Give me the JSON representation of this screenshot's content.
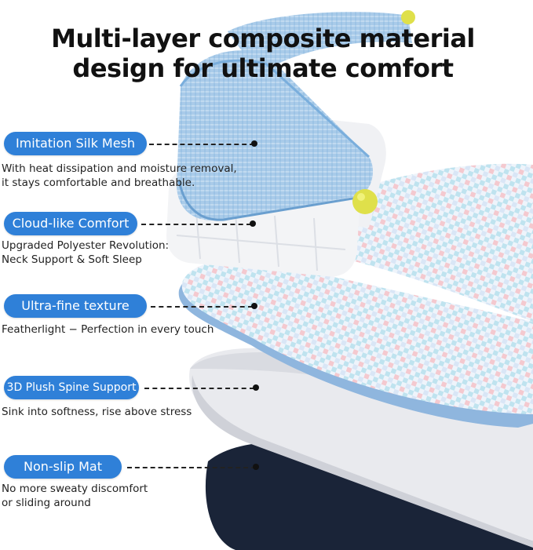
{
  "title": {
    "line1": "Multi-layer composite material",
    "line2": "design for ultimate comfort"
  },
  "layers": [
    {
      "label": "Imitation Silk Mesh",
      "desc": [
        "With heat dissipation and moisture removal,",
        "it stays comfortable and breathable."
      ]
    },
    {
      "label": "Cloud-like Comfort",
      "desc": [
        "Upgraded Polyester Revolution:",
        "Neck Support & Soft Sleep"
      ]
    },
    {
      "label": "Ultra-fine texture",
      "desc": [
        "Featherlight  −  Perfection in every touch"
      ]
    },
    {
      "label": "3D Plush Spine Support",
      "desc": [
        "Sink into softness, rise above stress"
      ]
    },
    {
      "label": "Non-slip Mat",
      "desc": [
        "No more sweaty discomfort",
        "or sliding around"
      ]
    }
  ],
  "colors": {
    "accent": "#2f80d8",
    "mesh": "#a9cbe9",
    "foam": "#f3f4f6",
    "mat": "#1a2438",
    "ball": "#dfe04a"
  }
}
